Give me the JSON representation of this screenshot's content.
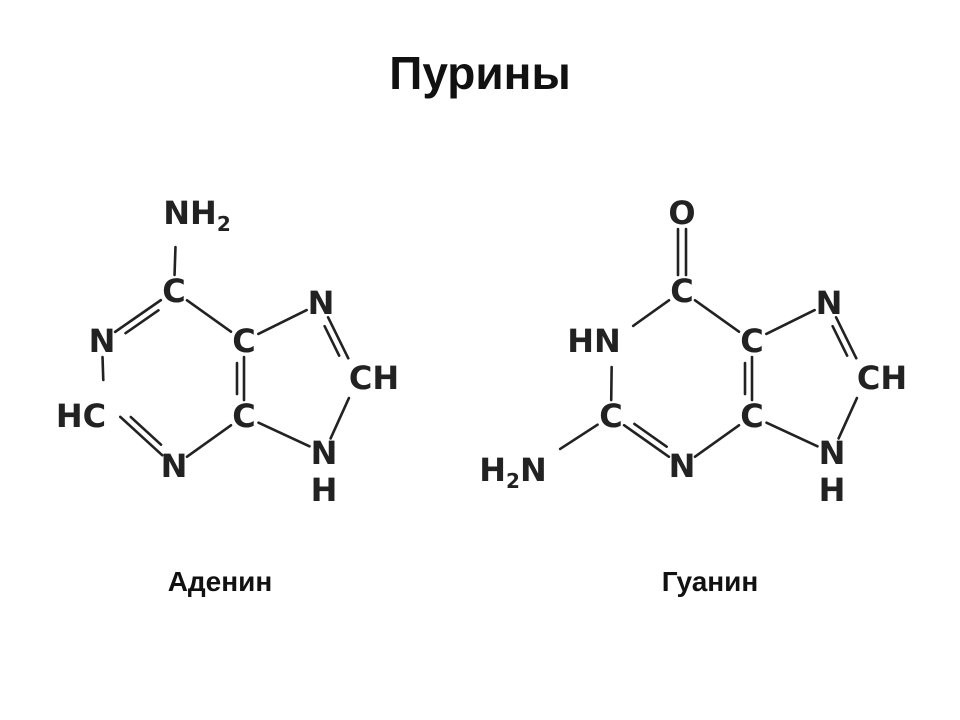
{
  "slide": {
    "title": "Пурины",
    "colors": {
      "ink": "#222222",
      "background": "#ffffff"
    }
  },
  "molecules": [
    {
      "id": "adenine",
      "caption": "Аденин",
      "atoms": [
        {
          "id": "nh2",
          "label": "NH",
          "sub": "2"
        },
        {
          "id": "c6",
          "label": "C"
        },
        {
          "id": "n1",
          "label": "N"
        },
        {
          "id": "c2",
          "label": "HC"
        },
        {
          "id": "n3",
          "label": "N"
        },
        {
          "id": "c4",
          "label": "C"
        },
        {
          "id": "c5",
          "label": "C"
        },
        {
          "id": "n7",
          "label": "N"
        },
        {
          "id": "c8",
          "label": "CH"
        },
        {
          "id": "n9",
          "label": "N"
        },
        {
          "id": "h9",
          "label": "H"
        }
      ],
      "bonds": [
        {
          "a": "nh2",
          "b": "c6",
          "order": 1
        },
        {
          "a": "c6",
          "b": "n1",
          "order": 2
        },
        {
          "a": "n1",
          "b": "c2",
          "order": 1
        },
        {
          "a": "c2",
          "b": "n3",
          "order": 2
        },
        {
          "a": "n3",
          "b": "c4",
          "order": 1
        },
        {
          "a": "c4",
          "b": "c5",
          "order": 2
        },
        {
          "a": "c5",
          "b": "c6",
          "order": 1
        },
        {
          "a": "c5",
          "b": "n7",
          "order": 1
        },
        {
          "a": "n7",
          "b": "c8",
          "order": 2
        },
        {
          "a": "c8",
          "b": "n9",
          "order": 1
        },
        {
          "a": "n9",
          "b": "c4",
          "order": 1
        }
      ]
    },
    {
      "id": "guanine",
      "caption": "Гуанин",
      "atoms": [
        {
          "id": "o6",
          "label": "O"
        },
        {
          "id": "c6",
          "label": "C"
        },
        {
          "id": "n1",
          "label": "HN"
        },
        {
          "id": "c2",
          "label": "C"
        },
        {
          "id": "nh2",
          "label": "H",
          "sub": "2",
          "tail": "N"
        },
        {
          "id": "n3",
          "label": "N"
        },
        {
          "id": "c4",
          "label": "C"
        },
        {
          "id": "c5",
          "label": "C"
        },
        {
          "id": "n7",
          "label": "N"
        },
        {
          "id": "c8",
          "label": "CH"
        },
        {
          "id": "n9",
          "label": "N"
        },
        {
          "id": "h9",
          "label": "H"
        }
      ],
      "bonds": [
        {
          "a": "o6",
          "b": "c6",
          "order": 2
        },
        {
          "a": "c6",
          "b": "n1",
          "order": 1
        },
        {
          "a": "n1",
          "b": "c2",
          "order": 1
        },
        {
          "a": "c2",
          "b": "nh2",
          "order": 1
        },
        {
          "a": "c2",
          "b": "n3",
          "order": 2
        },
        {
          "a": "n3",
          "b": "c4",
          "order": 1
        },
        {
          "a": "c4",
          "b": "c5",
          "order": 2
        },
        {
          "a": "c5",
          "b": "c6",
          "order": 1
        },
        {
          "a": "c5",
          "b": "n7",
          "order": 1
        },
        {
          "a": "n7",
          "b": "c8",
          "order": 2
        },
        {
          "a": "c8",
          "b": "n9",
          "order": 1
        },
        {
          "a": "n9",
          "b": "c4",
          "order": 1
        }
      ]
    }
  ]
}
